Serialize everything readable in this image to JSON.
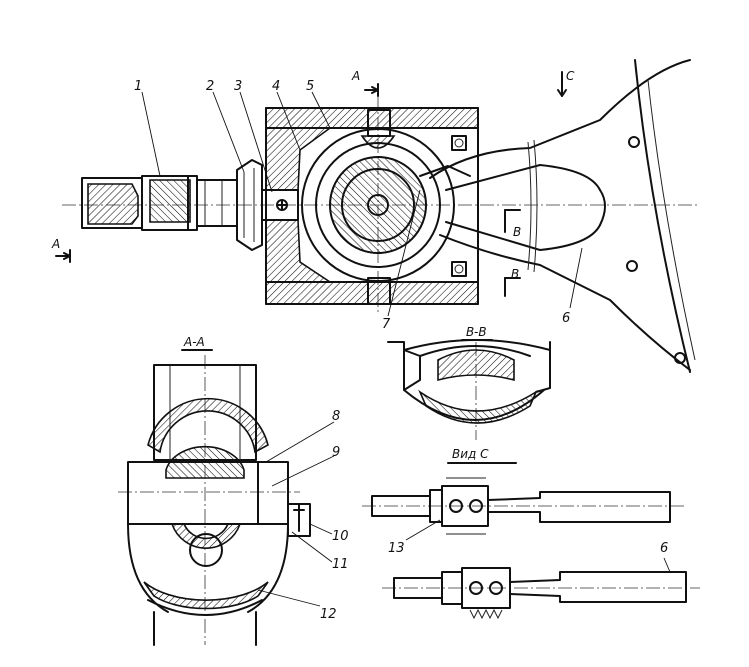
{
  "callouts": {
    "n1": "1",
    "n2": "2",
    "n3": "3",
    "n4": "4",
    "n5": "5",
    "n6a": "6",
    "n6b": "6",
    "n7": "7",
    "n8": "8",
    "n9": "9",
    "n10": "10",
    "n11": "11",
    "n12": "12",
    "n13": "13"
  },
  "section_marks": {
    "a_top": "A",
    "a_left": "A",
    "b_upper": "B",
    "b_lower": "B",
    "c_arrow": "C"
  },
  "view_titles": {
    "section_aa": "A-A",
    "section_bb": "B-B",
    "view_c": "Вид  С"
  }
}
